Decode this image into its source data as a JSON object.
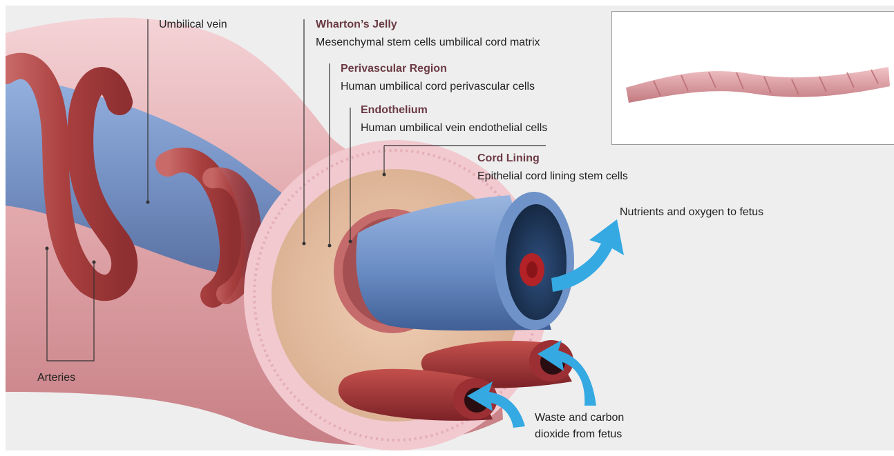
{
  "labels": {
    "umbilical_vein": "Umbilical vein",
    "arteries": "Arteries",
    "whartons_jelly": {
      "title": "Wharton’s Jelly",
      "desc": "Mesenchymal stem cells umbilical cord matrix"
    },
    "perivascular": {
      "title": "Perivascular Region",
      "desc": "Human umbilical cord perivascular cells"
    },
    "endothelium": {
      "title": "Endothelium",
      "desc": "Human umbilical vein endothelial cells"
    },
    "cord_lining": {
      "title": "Cord Lining",
      "desc": "Epithelial cord lining stem cells"
    },
    "nutrients": "Nutrients and oxygen to fetus",
    "waste_line1": "Waste and carbon",
    "waste_line2": "dioxide from fetus"
  },
  "colors": {
    "background": "#eeeeee",
    "title_text": "#6b3a44",
    "vein_blue": "#6f8fc4",
    "artery_red": "#b24a4a",
    "jelly": "#e8c3a8",
    "lining": "#f1c9cf",
    "arrow_blue": "#35a9e2",
    "cord_skin": "#d99aa0"
  }
}
